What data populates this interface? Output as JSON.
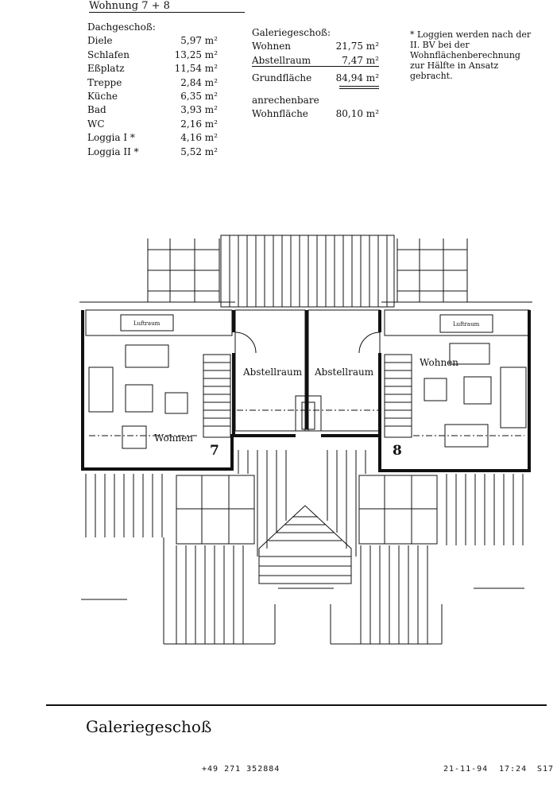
{
  "header": {
    "title": "Wohnung 7 + 8"
  },
  "dachgeschoss": {
    "heading": "Dachgeschoß:",
    "rows": [
      {
        "name": "Diele",
        "area": "5,97 m²"
      },
      {
        "name": "Schlafen",
        "area": "13,25 m²"
      },
      {
        "name": "Eßplatz",
        "area": "11,54 m²"
      },
      {
        "name": "Treppe",
        "area": "2,84 m²"
      },
      {
        "name": "Küche",
        "area": "6,35 m²"
      },
      {
        "name": "Bad",
        "area": "3,93 m²"
      },
      {
        "name": "WC",
        "area": "2,16 m²"
      },
      {
        "name": "Loggia I *",
        "area": "4,16 m²"
      },
      {
        "name": "Loggia II *",
        "area": "5,52 m²"
      }
    ]
  },
  "galeriegeschoss": {
    "heading": "Galeriegeschoß:",
    "rows": [
      {
        "name": "Wohnen",
        "area": "21,75 m²"
      },
      {
        "name": "Abstellraum",
        "area": "7,47 m²"
      }
    ],
    "total": {
      "name": "Grundfläche",
      "area": "84,94 m²"
    },
    "net_label_1": "anrechenbare",
    "net": {
      "name": "Wohnfläche",
      "area": "80,10 m²"
    }
  },
  "note": "* Loggien werden nach der II. BV bei der Wohnflächenberechnung zur Hälfte in Ansatz gebracht.",
  "plan": {
    "luftraum_left": "Luftraum",
    "luftraum_right": "Luftraum",
    "abstellraum_left": "Abstellraum",
    "abstellraum_right": "Abstellraum",
    "wohnen_left": "Wohnen",
    "wohnen_right": "Wohnen",
    "unit_left": "7",
    "unit_right": "8"
  },
  "caption": "Galeriegeschoß",
  "fax": {
    "phone": "+49 271 352884",
    "date": "21-11-94",
    "time": "17:24",
    "page": "S17"
  }
}
